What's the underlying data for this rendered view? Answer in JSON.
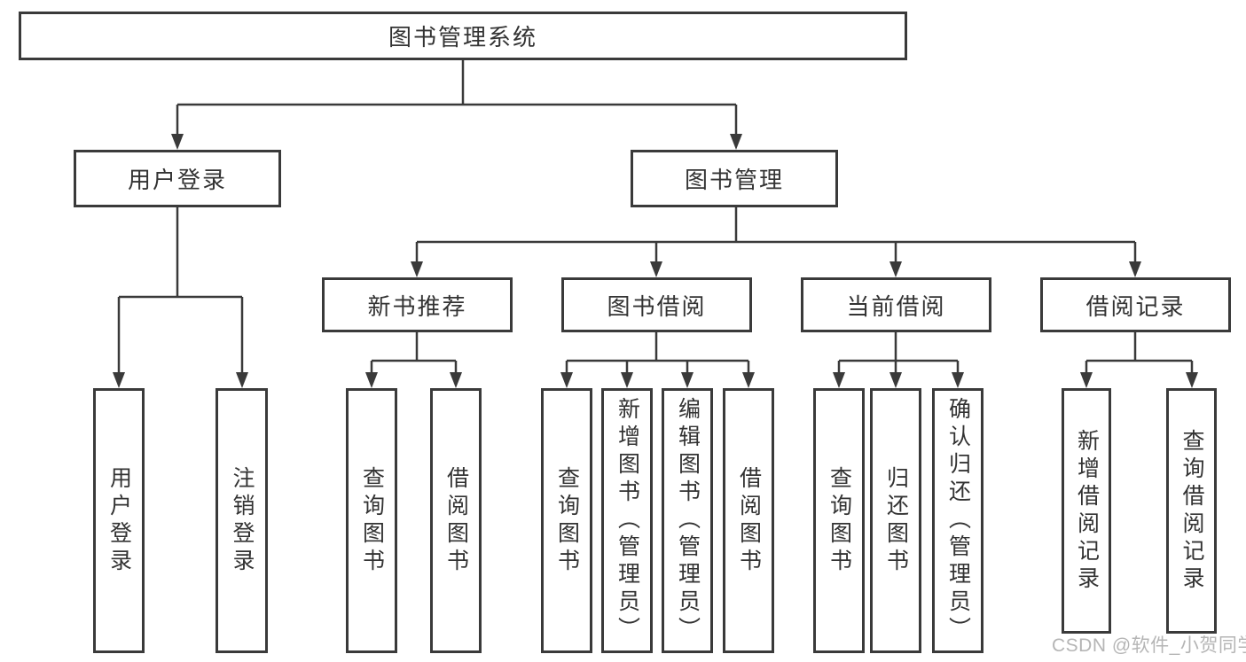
{
  "diagram": {
    "root": {
      "label": "图书管理系统"
    },
    "level2": [
      {
        "label": "用户登录",
        "children": [
          {
            "label": "用户登录"
          },
          {
            "label": "注销登录"
          }
        ]
      },
      {
        "label": "图书管理",
        "children": [
          {
            "label": "新书推荐",
            "children": [
              {
                "label": "查询图书"
              },
              {
                "label": "借阅图书"
              }
            ]
          },
          {
            "label": "图书借阅",
            "children": [
              {
                "label": "查询图书"
              },
              {
                "label": "新增图书（管理员）"
              },
              {
                "label": "编辑图书（管理员）"
              },
              {
                "label": "借阅图书"
              }
            ]
          },
          {
            "label": "当前借阅",
            "children": [
              {
                "label": "查询图书"
              },
              {
                "label": "归还图书"
              },
              {
                "label": "确认归还（管理员）"
              }
            ]
          },
          {
            "label": "借阅记录",
            "children": [
              {
                "label": "新增借阅记录"
              },
              {
                "label": "查询借阅记录"
              }
            ]
          }
        ]
      }
    ]
  },
  "watermark": {
    "text": "CSDN @软件_小贺同学"
  },
  "colors": {
    "line": "#3a3a3a",
    "text": "#333333",
    "background": "#ffffff",
    "watermark": "#b5b5b5"
  }
}
